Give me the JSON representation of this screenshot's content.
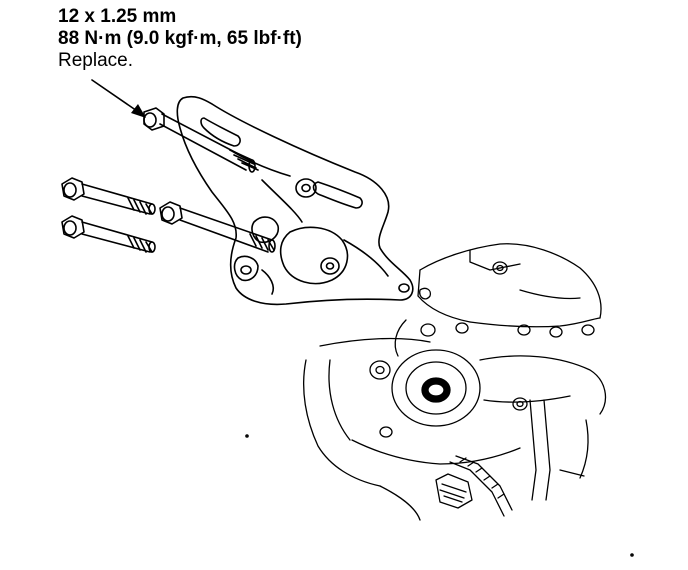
{
  "callout": {
    "size": "12 x 1.25 mm",
    "torque": "88 N·m (9.0 kgf·m, 65 lbf·ft)",
    "note": "Replace."
  },
  "colors": {
    "ink": "#000000",
    "paper": "#ffffff"
  }
}
